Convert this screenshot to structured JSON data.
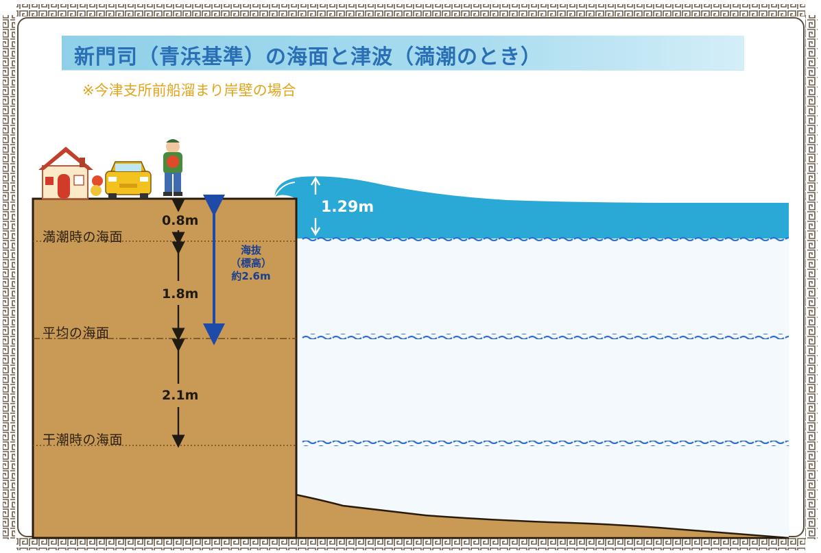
{
  "title": "新門司（青浜基準）の海面と津波（満潮のとき）",
  "subtitle": "※今津支所前船溜まり岸壁の場合",
  "levels": {
    "high_tide": "満潮時の海面",
    "mean": "平均の海面",
    "low_tide": "干潮時の海面"
  },
  "measurements": {
    "ground_to_high": "0.8m",
    "high_to_mean": "1.8m",
    "mean_to_low": "2.1m",
    "tsunami_height": "1.29m"
  },
  "elevation": {
    "line1": "海抜",
    "line2": "（標高）",
    "line3": "約2.6m"
  },
  "colors": {
    "land": "#c99a56",
    "land_edge": "#2a1c0c",
    "tsunami": "#2aa8d6",
    "sea": "#f3f9fd",
    "wave_dash": "#2e6fd1",
    "title_text": "#2a6fb6",
    "subtitle_text": "#e0a51c",
    "arrow_blue": "#1e4aa8"
  },
  "icons": [
    "house-icon",
    "car-icon",
    "person-icon"
  ]
}
